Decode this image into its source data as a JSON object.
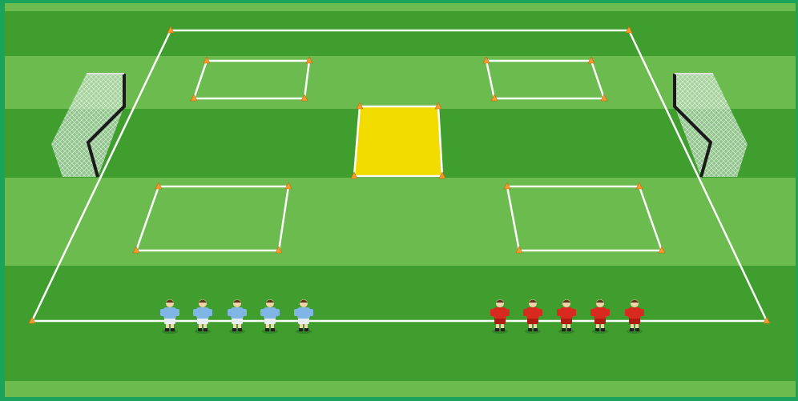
{
  "colors": {
    "frame": "#1aa35a",
    "stripe_dark": "#3f9e2e",
    "stripe_light": "#6cbb4e",
    "line": "#ffffff",
    "cone": "#f59a2c",
    "highlight_zone": "#f2dc00",
    "goal_post": "#1a1a1a",
    "goal_net": "#d8e8e0",
    "team_blue_shirt": "#7fb6e6",
    "team_blue_shorts": "#e9eef5",
    "team_red_shirt": "#d82a1e",
    "team_red_shorts": "#b01b12"
  },
  "diagram": {
    "type": "soccer-drill-setup",
    "goals": [
      "left",
      "right"
    ],
    "grid_zones": [
      "top-left",
      "top-right",
      "center-highlight",
      "middle-left",
      "middle-right"
    ],
    "highlighted_zone": "center-highlight",
    "teams": [
      {
        "name": "blue",
        "player_count": 5
      },
      {
        "name": "red",
        "player_count": 5
      }
    ]
  }
}
